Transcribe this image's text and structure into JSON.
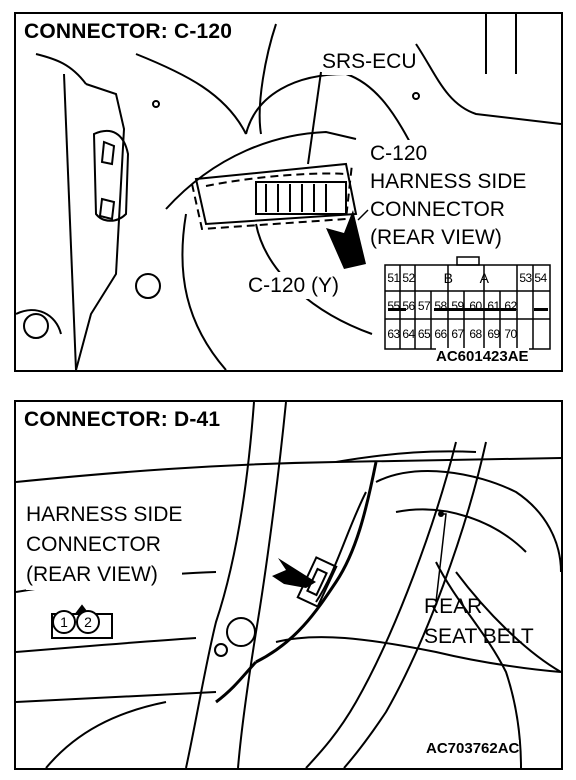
{
  "top": {
    "title": "CONNECTOR: C-120",
    "ecu_label": "SRS-ECU",
    "connector_label_lines": [
      "C-120",
      "HARNESS SIDE",
      "CONNECTOR",
      "(REAR VIEW)"
    ],
    "connector_callout": "C-120 (Y)",
    "image_code": "AC601423AE",
    "pin_rows": [
      [
        "51",
        "52",
        "B",
        "A",
        "53",
        "54"
      ],
      [
        "55",
        "56",
        "57",
        "58",
        "59",
        "60",
        "61",
        "62"
      ],
      [
        "63",
        "64",
        "65",
        "66",
        "67",
        "68",
        "69",
        "70"
      ]
    ]
  },
  "bottom": {
    "title": "CONNECTOR: D-41",
    "connector_label_lines": [
      "HARNESS SIDE",
      "CONNECTOR",
      "(REAR VIEW)"
    ],
    "seat_belt_lines": [
      "REAR",
      "SEAT BELT"
    ],
    "pins": [
      "1",
      "2"
    ],
    "image_code": "AC703762AC"
  }
}
